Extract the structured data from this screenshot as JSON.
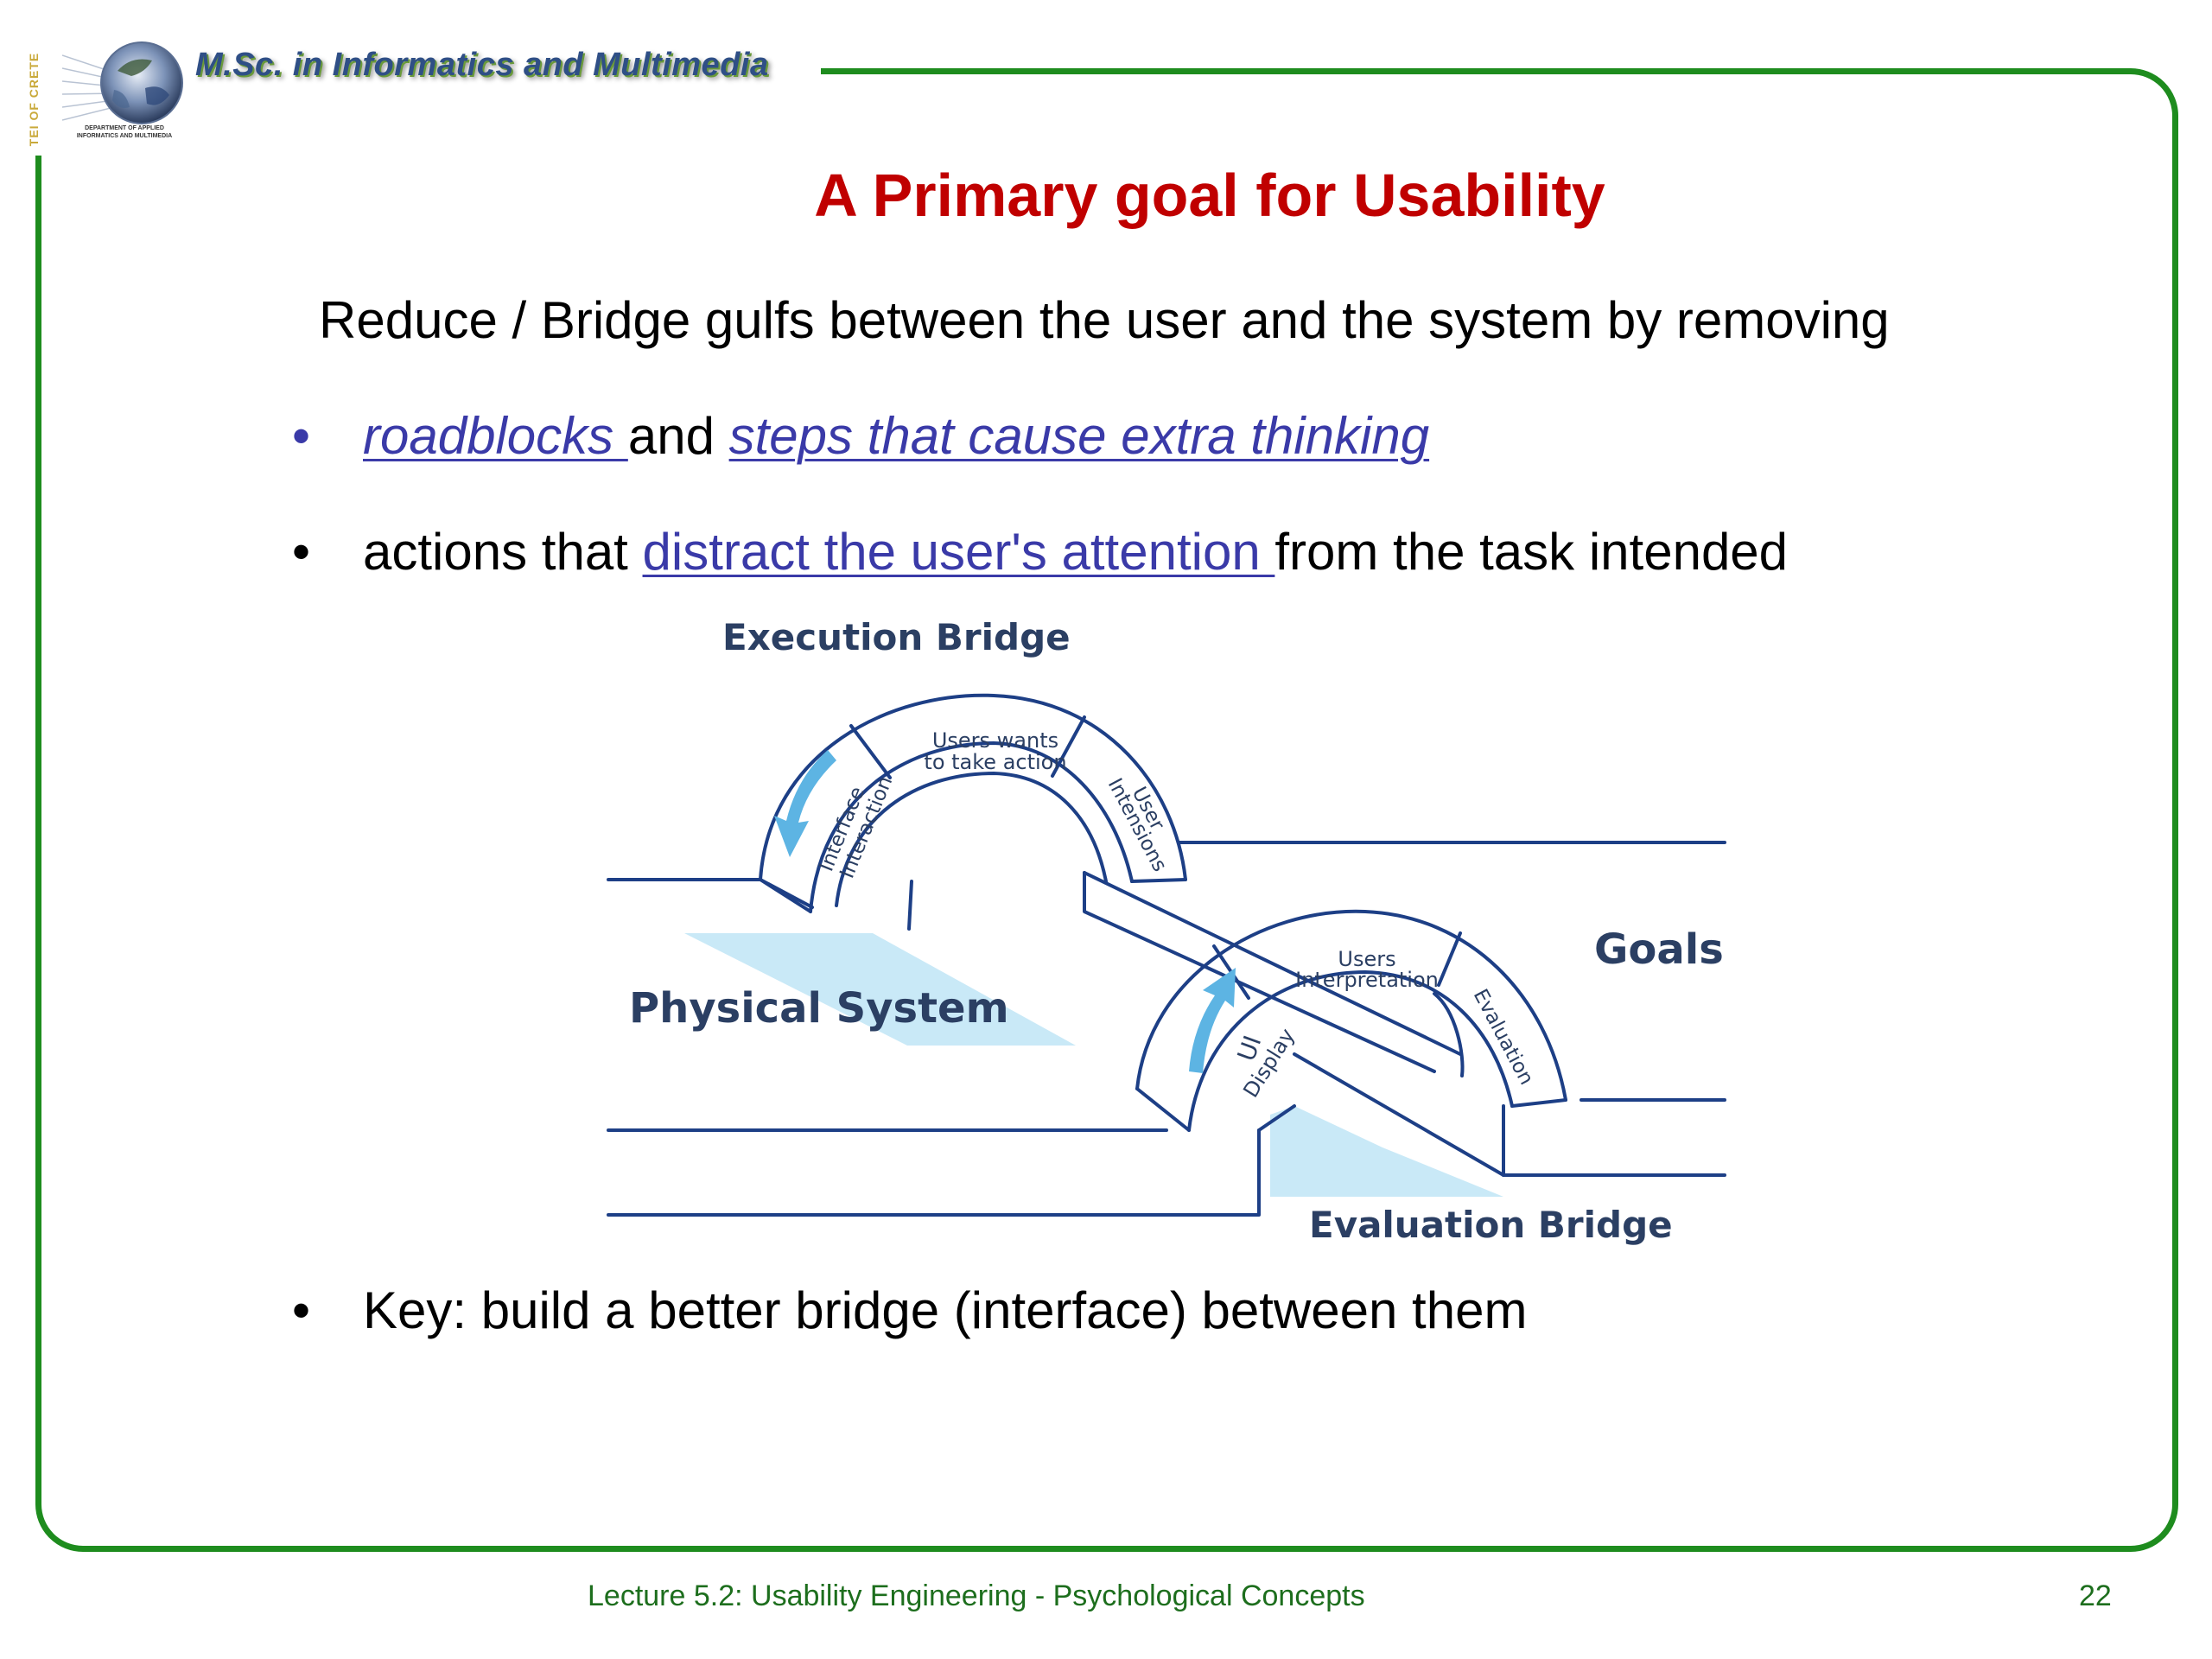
{
  "header": {
    "vertical_tag": "TEI OF CRETE",
    "program_name": "M.Sc. in Informatics and Multimedia",
    "department_line1": "DEPARTMENT OF APPLIED",
    "department_line2": "INFORMATICS AND MULTIMEDIA",
    "logo_icon": "globe-icon"
  },
  "slide": {
    "title": "A Primary goal for Usability",
    "intro": "Reduce / Bridge gulfs between the user and the system by removing",
    "bullet1": {
      "link1": "roadblocks ",
      "connector": "and ",
      "link2": "steps that cause extra thinking"
    },
    "bullet2": {
      "prefix": "actions that ",
      "link": "distract the user's attention ",
      "suffix": "from the task intended"
    },
    "bullet3": "Key: build a better bridge (interface) between them",
    "bullet_symbol": "•"
  },
  "diagram": {
    "execution_bridge": "Execution Bridge",
    "evaluation_bridge": "Evaluation Bridge",
    "physical_system": "Physical System",
    "goals": "Goals",
    "users_wants_1": "Users wants",
    "users_wants_2": "to take action",
    "interface_1": "Interface",
    "interface_2": "Interaction",
    "user_int_1": "User",
    "user_int_2": "Intensions",
    "users_interp_1": "Users",
    "users_interp_2": "Interpretation",
    "ui_display_1": "UI",
    "ui_display_2": "Display",
    "evaluation": "Evaluation",
    "colors": {
      "line": "#1d3f86",
      "water": "#c9e9f7",
      "arrow": "#5db4e3",
      "label": "#2b3f63"
    }
  },
  "footer": {
    "lecture": "Lecture 5.2:  Usability Engineering - Psychological Concepts",
    "page_number": "22"
  },
  "colors": {
    "frame": "#1e8c1e",
    "title": "#c00000",
    "link": "#3a3aa8",
    "footer": "#1d6e1d"
  }
}
